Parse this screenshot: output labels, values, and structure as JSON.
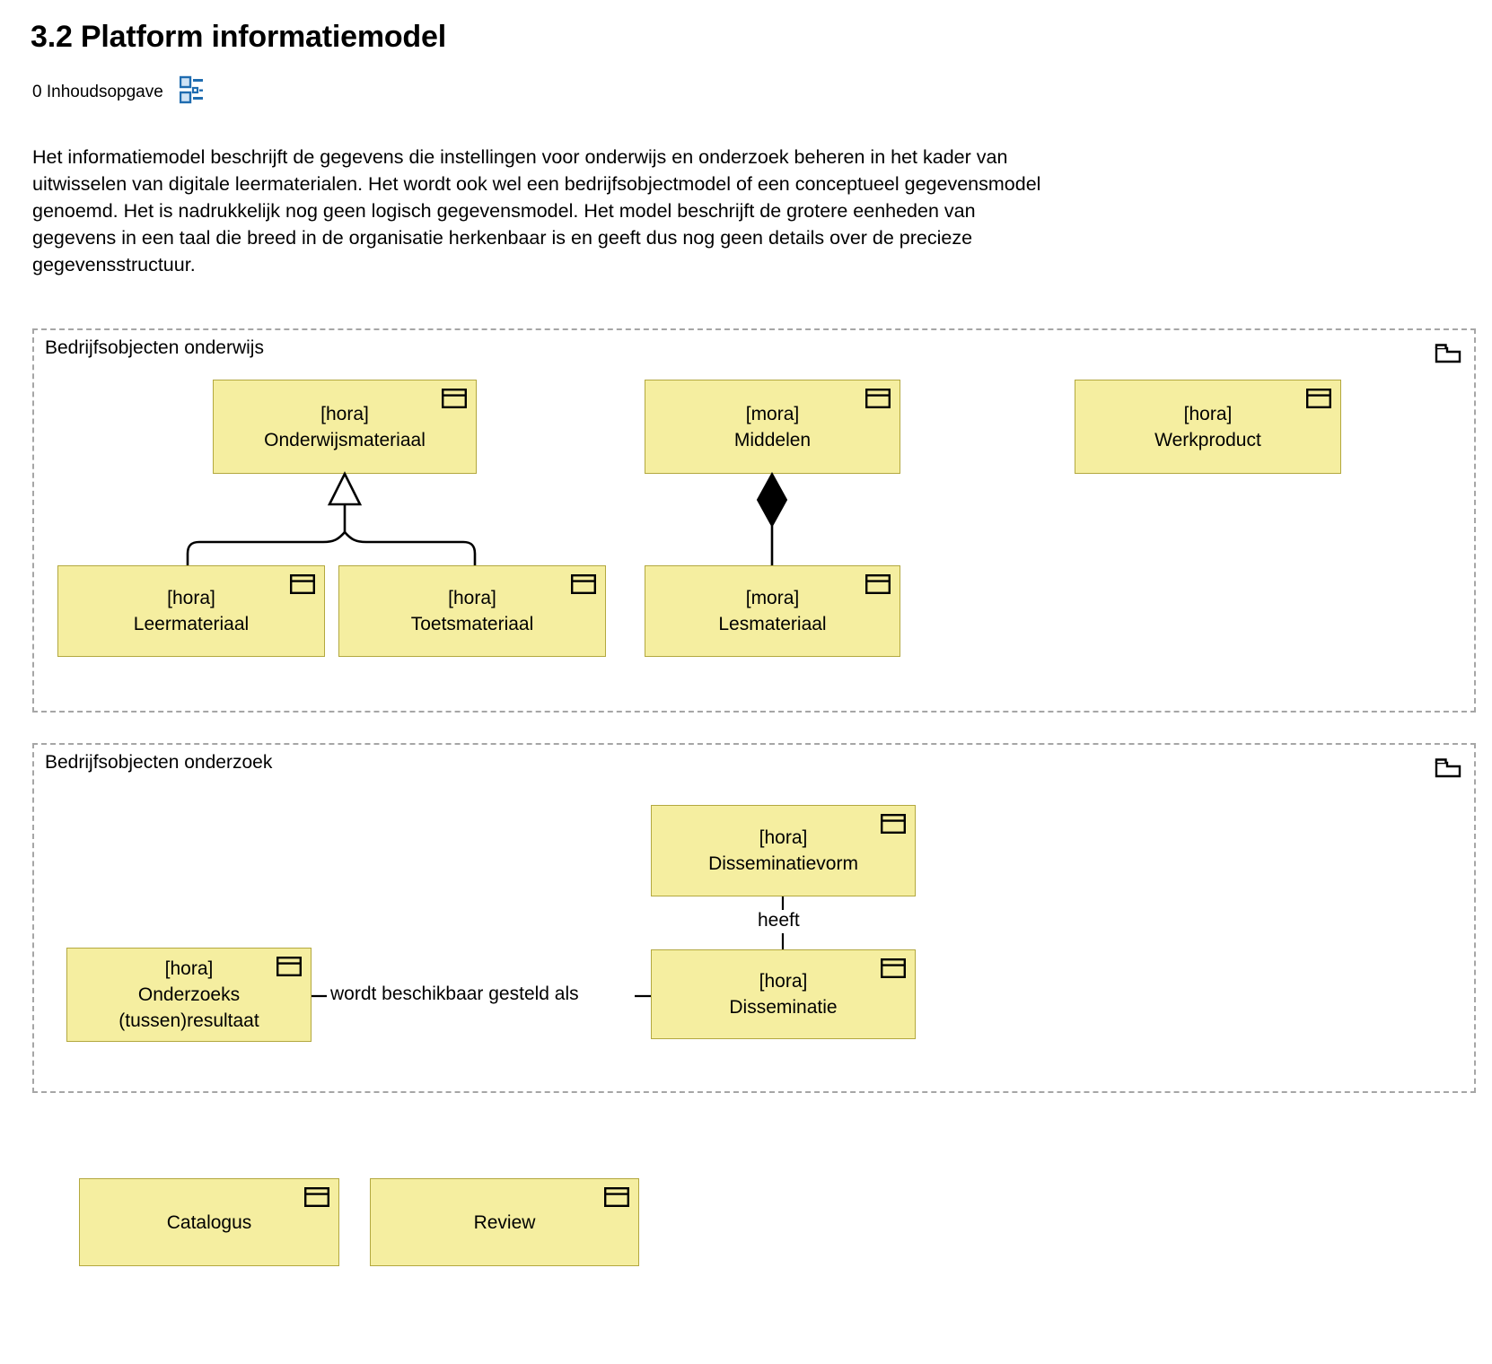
{
  "header": {
    "title": "3.2 Platform informatiemodel",
    "toc_label": "0 Inhoudsopgave",
    "toc_icon": "toc-list-icon",
    "toc_icon_color": "#1f6cb0"
  },
  "intro": {
    "text": "Het informatiemodel beschrijft de gegevens die instellingen voor onderwijs en onderzoek beheren in het kader van uitwisselen van digitale leermaterialen. Het wordt ook wel een bedrijfsobjectmodel of een conceptueel gegevensmodel genoemd. Het is nadrukkelijk nog geen logisch gegevensmodel. Het model beschrijft de grotere eenheden van gegevens in een taal die breed in de organisatie herkenbaar is en geeft dus nog geen details over de precieze gegevensstructuur."
  },
  "diagram": {
    "node_fill": "#f5eea0",
    "node_border": "#b3a83f",
    "group_border": "#a6a6a6",
    "groups": [
      {
        "id": "onderwijs",
        "title": "Bedrijfsobjecten onderwijs",
        "icon": "folder-icon"
      },
      {
        "id": "onderzoek",
        "title": "Bedrijfsobjecten onderzoek",
        "icon": "folder-icon"
      }
    ],
    "nodes": [
      {
        "id": "onderwijsmateriaal",
        "stereotype": "[hora]",
        "name": "Onderwijsmateriaal",
        "icon": "business-object-icon"
      },
      {
        "id": "middelen",
        "stereotype": "[mora]",
        "name": "Middelen",
        "icon": "business-object-icon"
      },
      {
        "id": "werkproduct",
        "stereotype": "[hora]",
        "name": "Werkproduct",
        "icon": "business-object-icon"
      },
      {
        "id": "leermateriaal",
        "stereotype": "[hora]",
        "name": "Leermateriaal",
        "icon": "business-object-icon"
      },
      {
        "id": "toetsmateriaal",
        "stereotype": "[hora]",
        "name": "Toetsmateriaal",
        "icon": "business-object-icon"
      },
      {
        "id": "lesmateriaal",
        "stereotype": "[mora]",
        "name": "Lesmateriaal",
        "icon": "business-object-icon"
      },
      {
        "id": "disseminatievorm",
        "stereotype": "[hora]",
        "name": "Disseminatievorm",
        "icon": "business-object-icon"
      },
      {
        "id": "onderzoeksresultaat",
        "stereotype": "[hora]",
        "name": "Onderzoeks",
        "name2": "(tussen)resultaat",
        "icon": "business-object-icon"
      },
      {
        "id": "disseminatie",
        "stereotype": "[hora]",
        "name": "Disseminatie",
        "icon": "business-object-icon"
      },
      {
        "id": "catalogus",
        "stereotype": "",
        "name": "Catalogus",
        "icon": "business-object-icon"
      },
      {
        "id": "review",
        "stereotype": "",
        "name": "Review",
        "icon": "business-object-icon"
      }
    ],
    "relations": [
      {
        "id": "gen-leermateriaal",
        "type": "generalization",
        "from": "Leermateriaal",
        "to": "Onderwijsmateriaal",
        "label": ""
      },
      {
        "id": "gen-toetsmateriaal",
        "type": "generalization",
        "from": "Toetsmateriaal",
        "to": "Onderwijsmateriaal",
        "label": ""
      },
      {
        "id": "comp-middelen-lesmateriaal",
        "type": "composition",
        "from": "Middelen",
        "to": "Lesmateriaal",
        "label": ""
      },
      {
        "id": "rel-heeft",
        "type": "association",
        "from": "Disseminatie",
        "to": "Disseminatievorm",
        "label": "heeft"
      },
      {
        "id": "rel-beschikbaar",
        "type": "association",
        "from": "Onderzoeks (tussen)resultaat",
        "to": "Disseminatie",
        "label": "wordt beschikbaar gesteld als"
      }
    ]
  }
}
